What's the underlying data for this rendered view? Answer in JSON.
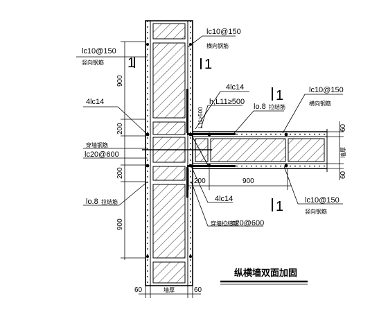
{
  "drawing": {
    "title": "纵横墙双面加固",
    "rebar_labels": {
      "lc10_150_top": "lc10@150",
      "lc10_150_left": "lc10@150",
      "lc10_150_right": "lc10@150",
      "lc10_150_bottom": "lc10@150",
      "lc14_upper": "4lc14",
      "lc14_left": "4lc14",
      "lc14_lower": "4lc14",
      "lc20_600_left": "lc20@600",
      "lc20_600_bottom": "c20@600",
      "lo8_right": "lo.8",
      "lo8_left": "lo.8",
      "lap_h": "h,L11≥500",
      "lap_v": "L11≥500"
    },
    "small_notes": {
      "vertical_bars": "竖向钢筋",
      "vertical_bars_2": "竖向钢筋",
      "longitudinal_bars": "横向钢筋",
      "longitudinal_bars_2": "横向钢筋",
      "tie_bars": "拉结筋",
      "tie_bars_2": "拉结筋",
      "anchor_bars": "穿墙钢筋",
      "bolt_anchor": "穿墙拉结筋",
      "wall_thickness": "墙厚",
      "wall_thickness_2": "墙厚"
    },
    "section_marks": {
      "left_1": "1",
      "left_2": "1",
      "right_top": "1",
      "right_bottom": "1"
    },
    "dimensions": {
      "d900_top": "900",
      "d200_top": "200",
      "d200_mid": "200",
      "d900_bottom": "900",
      "d200_right": "200",
      "d900_right": "900",
      "d60_right_top": "60",
      "d60_right_bottom": "60",
      "d60_bottom_left": "60",
      "d60_bottom_right": "60"
    }
  }
}
